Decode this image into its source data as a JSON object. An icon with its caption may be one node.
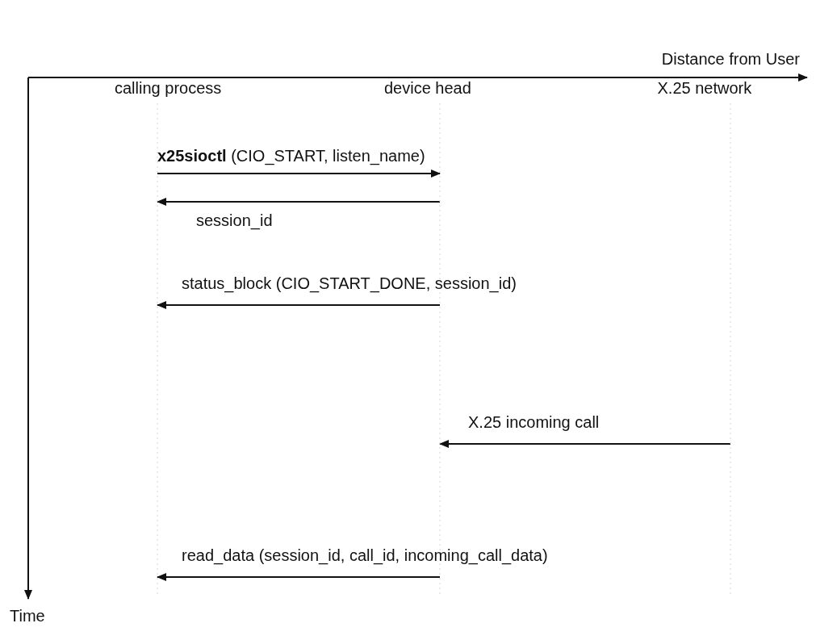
{
  "diagram": {
    "nodes": [
      {
        "text": [
          "calling process"
        ]
      },
      {
        "text": [
          "device head"
        ]
      },
      {
        "text": [
          "X.25 network"
        ]
      }
    ],
    "edges": [
      {
        "from": 0,
        "to": 1,
        "arrow": "to",
        "label": "**x25sioctl** (CIO_START, listen_name)"
      },
      {
        "from": 1,
        "to": 0,
        "arrow": "to",
        "label": "session_id"
      },
      {
        "from": 1,
        "to": 0,
        "arrow": "to",
        "label": "status_block (CIO_START_DONE, session_id)"
      },
      {
        "from": 2,
        "to": 1,
        "arrow": "to",
        "label": "X.25 incoming call"
      },
      {
        "from": 1,
        "to": 0,
        "arrow": "to",
        "label": "read_data (session_id, call_id, incoming_call_data)"
      }
    ],
    "labels": [
      "Distance from User",
      "Time"
    ]
  }
}
